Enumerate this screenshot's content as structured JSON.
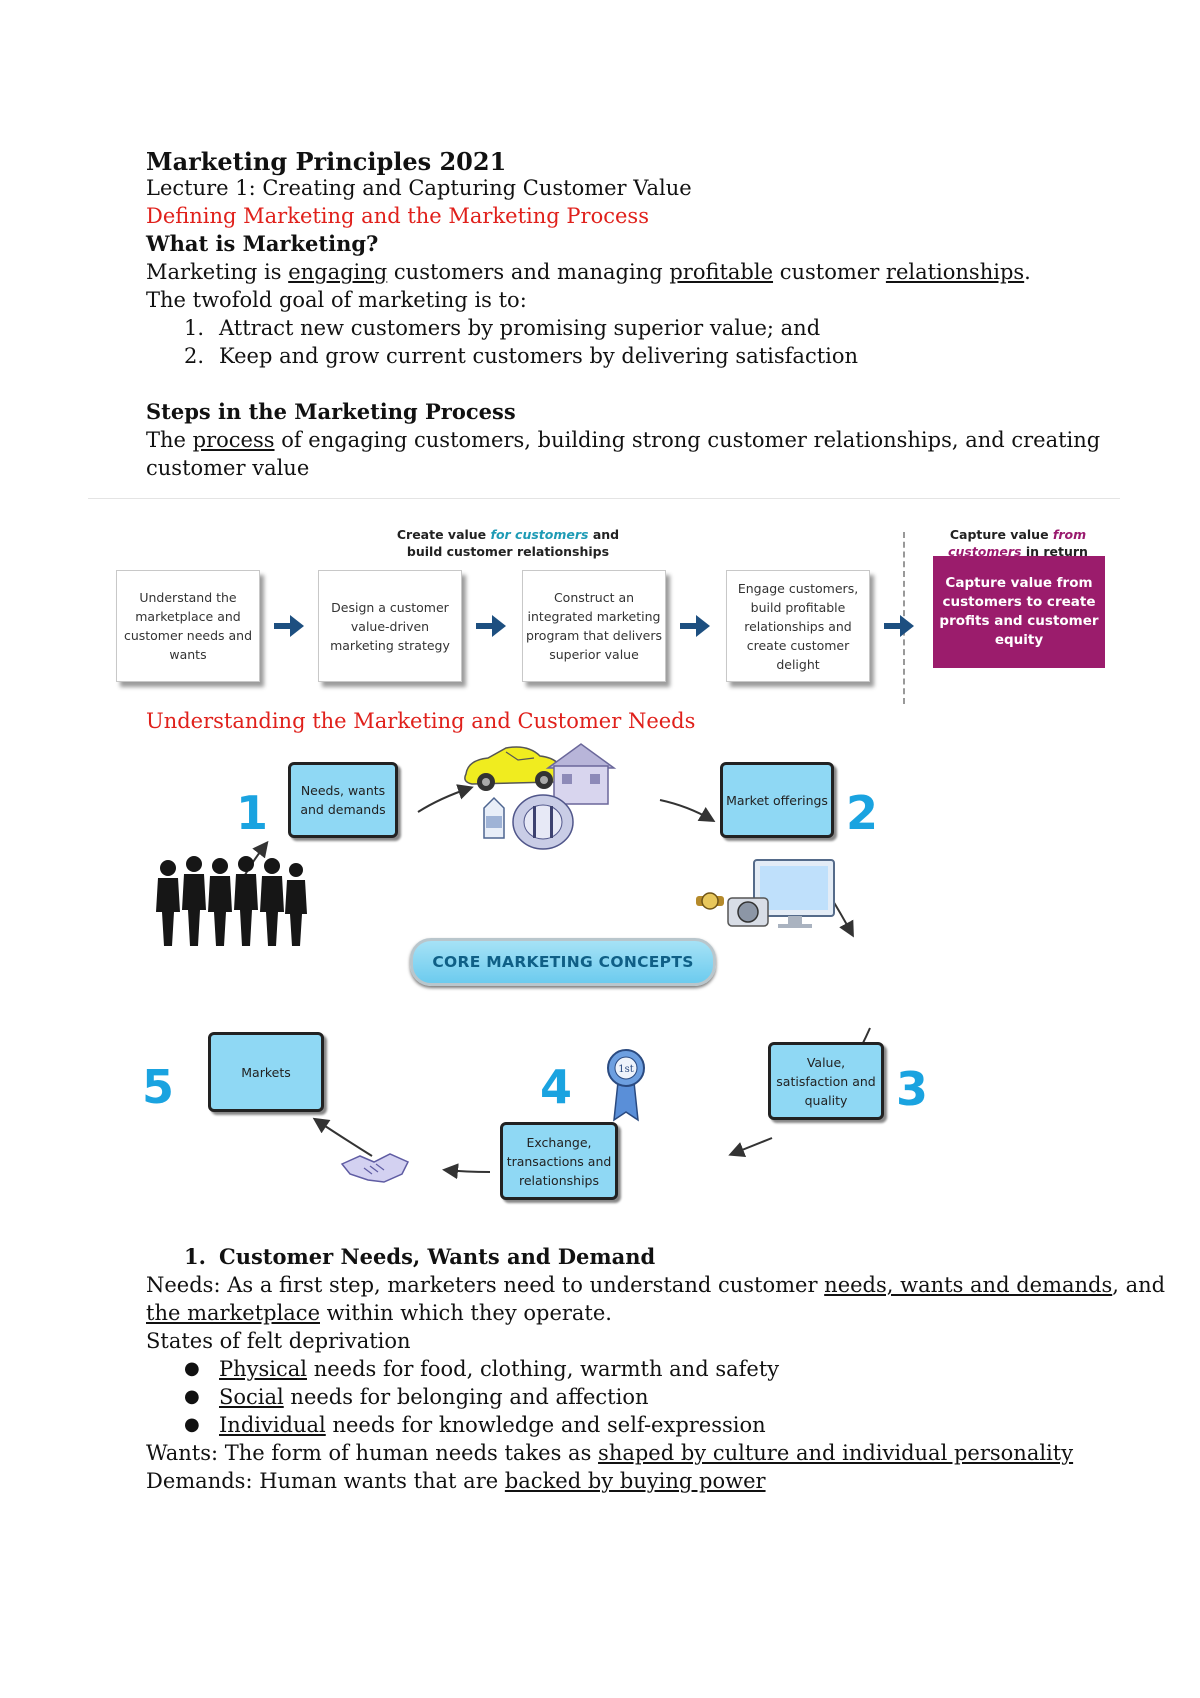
{
  "header": {
    "title": "Marketing Principles 2021",
    "lecture": "Lecture 1: Creating and Capturing Customer Value",
    "section1": "Defining Marketing and the Marketing Process"
  },
  "what_is": {
    "heading": "What is Marketing?",
    "def_prefix": "Marketing is ",
    "def_engaging": "engaging",
    "def_mid": " customers and managing ",
    "def_profitable": "profitable",
    "def_mid2": " customer ",
    "def_relationships": "relationships",
    "def_end": ".",
    "goal_intro": "The twofold goal of marketing is to:",
    "goals": [
      {
        "num": "1.",
        "text": "Attract new customers by promising superior value; and"
      },
      {
        "num": "2.",
        "text": "Keep and grow current customers by delivering satisfaction"
      }
    ]
  },
  "steps": {
    "heading": "Steps in the Marketing Process",
    "desc_prefix": "The ",
    "desc_process": "process",
    "desc_rest": " of engaging customers, building strong customer relationships, and creating",
    "desc_line2": "customer value"
  },
  "process_diagram": {
    "head_left_1": "Create value ",
    "head_left_teal": "for customers",
    "head_left_2": " and",
    "head_left_line2": "build customer relationships",
    "head_right_1": "Capture value ",
    "head_right_mag": "from",
    "head_right_line2_mag": "customers",
    "head_right_line2": " in return",
    "boxes": [
      "Understand the marketplace and customer needs and wants",
      "Design a customer value-driven marketing strategy",
      "Construct an integrated marketing program that delivers superior value",
      "Engage customers, build profitable relationships and create customer delight",
      "Capture value from customers to create profits and customer equity"
    ],
    "arrow_color": "#1d4f80",
    "final_color": "#9b1c6c"
  },
  "section2": "Understanding the Marketing and Customer Needs",
  "core_concepts": {
    "center": "CORE MARKETING CONCEPTS",
    "items": [
      {
        "num": "1",
        "label": "Needs, wants and demands"
      },
      {
        "num": "2",
        "label": "Market offerings"
      },
      {
        "num": "3",
        "label": "Value, satisfaction and quality"
      },
      {
        "num": "4",
        "label": "Exchange, transactions and relationships"
      },
      {
        "num": "5",
        "label": "Markets"
      }
    ],
    "icons": [
      "car-icon",
      "house-icon",
      "milk-icon",
      "plate-icon",
      "camera-icon",
      "monitor-icon",
      "watch-icon",
      "ribbon-icon",
      "handshake-icon",
      "people-icon"
    ],
    "box_color": "#8fd8f4",
    "number_color": "#1aa3e0",
    "ribbon_text": "1st"
  },
  "needs": {
    "heading_num": "1.",
    "heading": "Customer Needs, Wants and Demand",
    "line1_prefix": "Needs: As a first step, marketers need to understand customer ",
    "line1_ul": "needs, wants and demands",
    "line1_end": ", and",
    "line2_ul": "the marketplace",
    "line2_rest": " within which they operate.",
    "states": "States of felt deprivation",
    "bullets": [
      {
        "ul": "Physical",
        "rest": " needs for food, clothing, warmth and safety"
      },
      {
        "ul": "Social",
        "rest": " needs for belonging and affection"
      },
      {
        "ul": "Individual",
        "rest": " needs for knowledge and self-expression"
      }
    ],
    "wants_prefix": "Wants: The form of human needs takes as ",
    "wants_ul": "shaped by culture and individual personality",
    "demands_prefix": "Demands: Human wants that are ",
    "demands_ul": "backed by buying power"
  }
}
